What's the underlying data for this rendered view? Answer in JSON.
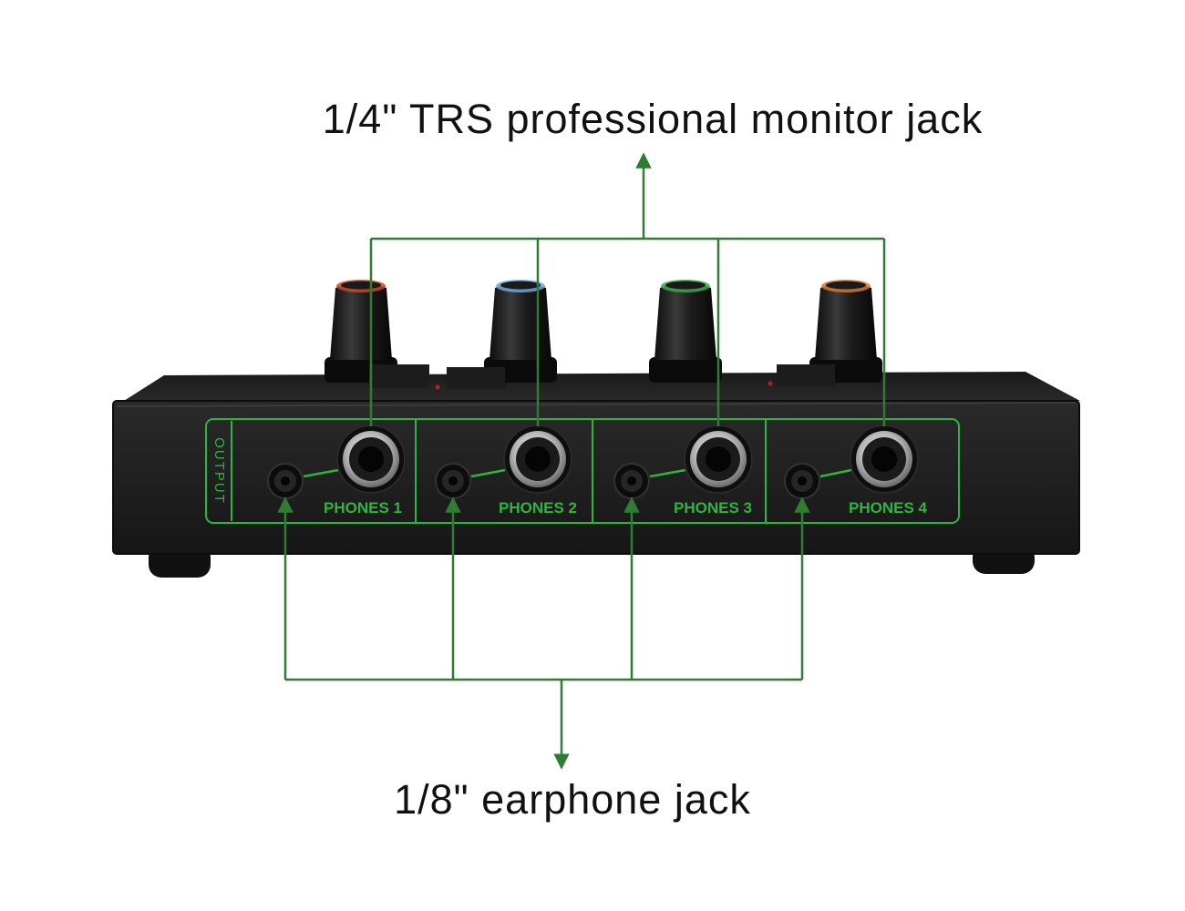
{
  "captions": {
    "top": "1/4\" TRS professional monitor jack",
    "bottom": "1/8\" earphone jack"
  },
  "panel": {
    "section_label": "OUTPUT",
    "outputs": [
      {
        "label": "PHONES 1",
        "knob_color": "#c8472a"
      },
      {
        "label": "PHONES 2",
        "knob_color": "#6fa6d8"
      },
      {
        "label": "PHONES 3",
        "knob_color": "#3fa84a"
      },
      {
        "label": "PHONES 4",
        "knob_color": "#d27b2c"
      }
    ]
  },
  "colors": {
    "callout_line": "#2e7d32",
    "panel_print": "#2fb43c",
    "device_body": "#222222",
    "background": "#ffffff"
  }
}
